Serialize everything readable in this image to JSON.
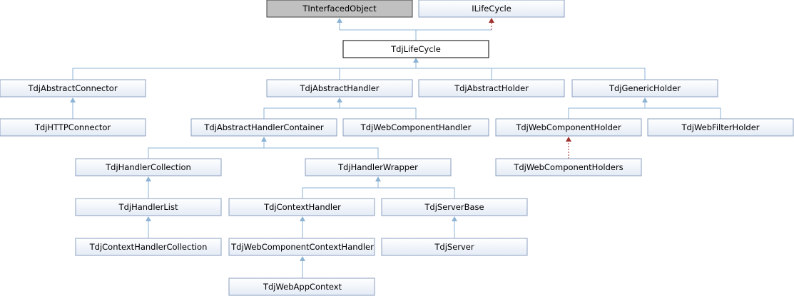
{
  "nodes": {
    "tinterfacedobject": "TInterfacedObject",
    "ilifecycle": "ILifeCycle",
    "tdjlifecycle": "TdjLifeCycle",
    "tdjabstractconnector": "TdjAbstractConnector",
    "tdjabstracthandler": "TdjAbstractHandler",
    "tdjabstractholder": "TdjAbstractHolder",
    "tdjgenericholder": "TdjGenericHolder",
    "tdjhttpconnector": "TdjHTTPConnector",
    "tdjabstracthandlercontainer": "TdjAbstractHandlerContainer",
    "tdjwebcomponenthandler": "TdjWebComponentHandler",
    "tdjwebcomponentholder": "TdjWebComponentHolder",
    "tdjwebfilterholder": "TdjWebFilterHolder",
    "tdjhandlercollection": "TdjHandlerCollection",
    "tdjhandlerwrapper": "TdjHandlerWrapper",
    "tdjwebcomponentholders": "TdjWebComponentHolders",
    "tdjhandlerlist": "TdjHandlerList",
    "tdjcontexthandler": "TdjContextHandler",
    "tdjserverbase": "TdjServerBase",
    "tdjcontexthandlercollection": "TdjContextHandlerCollection",
    "tdjwebcomponentcontexthandler": "TdjWebComponentContextHandler",
    "tdjserver": "TdjServer",
    "tdjwebappcontext": "TdjWebAppContext"
  },
  "colors": {
    "edge": "#8cb3d4",
    "interface_edge": "#a0322e",
    "node_fill_top": "#ffffff",
    "node_fill_bottom": "#e4ebf5",
    "node_border": "#8a9fc0"
  }
}
